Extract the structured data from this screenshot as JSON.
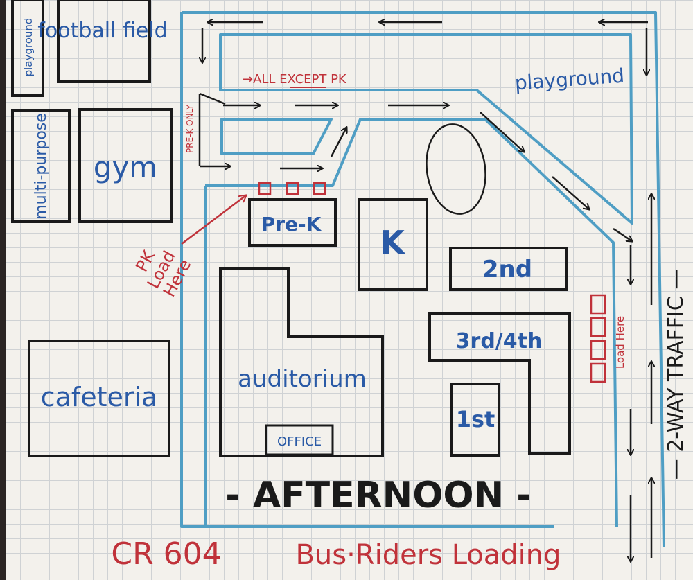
{
  "title": "- AFTERNOON -",
  "road_bottom": "CR 604",
  "caption": "Bus·Riders Loading",
  "road_right": "— 2-WAY TRAFFIC —",
  "route_notes": {
    "all_except_pk": "→ALL EXCEPT PK",
    "pre_k_only": "PRE-K ONLY",
    "pk_load_line1": "PK",
    "pk_load_line2": "Load",
    "pk_load_line3": "Here",
    "load_here": "Load Here"
  },
  "buildings": {
    "playground_small": "playground",
    "football": "football field",
    "multipurpose": "multi-purpose",
    "gym": "gym",
    "cafeteria": "cafeteria",
    "prek": "Pre-K",
    "k": "K",
    "second": "2nd",
    "third_fourth": "3rd/4th",
    "first": "1st",
    "auditorium": "auditorium",
    "office": "OFFICE",
    "playground_right": "playground"
  },
  "colors": {
    "route": "#4f9ec4",
    "ink": "#1a1a1a",
    "label_blue": "#2a5aa6",
    "note_red": "#c0323a"
  }
}
